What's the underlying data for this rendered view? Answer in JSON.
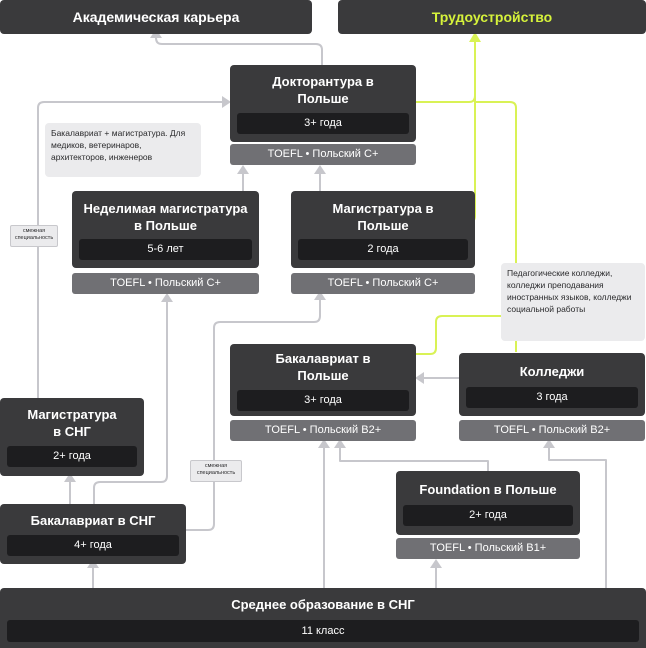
{
  "colors": {
    "box": "#3a3a3c",
    "inner": "#1d1d1f",
    "requirement": "#707074",
    "note": "#ebebed",
    "connector_gray": "#c7c7cc",
    "connector_green": "#d9f255",
    "accent_text": "#d6f23b"
  },
  "academic": {
    "title": "Академическая карьера"
  },
  "employment": {
    "title": "Трудоустройство"
  },
  "phd": {
    "title": "Докторантура в Польше",
    "duration": "3+ года",
    "requirement": "TOEFL • Польский С+"
  },
  "note_medicine": {
    "text": "Бакалавриат + магистратура. Для медиков, ветеринаров, архитекторов, инженеров"
  },
  "integrated_master": {
    "title": "Неделимая магистратура в Польше",
    "duration": "5-6 лет",
    "requirement": "TOEFL • Польский С+"
  },
  "master_pl": {
    "title": "Магистратура в Польше",
    "duration": "2 года",
    "requirement": "TOEFL • Польский С+"
  },
  "note_colleges": {
    "text": "Педагогические колледжи, колледжи преподавания иностранных языков, колледжи социальной работы"
  },
  "tag_related_1": {
    "text": "смежная специальность"
  },
  "tag_related_2": {
    "text": "смежная специальность"
  },
  "bachelor_pl": {
    "title": "Бакалавриат в Польше",
    "duration": "3+ года",
    "requirement": "TOEFL • Польский В2+"
  },
  "colleges": {
    "title": "Колледжи",
    "duration": "3 года",
    "requirement": "TOEFL • Польский В2+"
  },
  "master_cis": {
    "title": "Магистратура в СНГ",
    "duration": "2+ года"
  },
  "bachelor_cis": {
    "title": "Бакалавриат в СНГ",
    "duration": "4+ года"
  },
  "foundation": {
    "title": "Foundation в Польше",
    "duration": "2+ года",
    "requirement": "TOEFL • Польский В1+"
  },
  "secondary": {
    "title": "Среднее образование в СНГ",
    "duration": "11 класс"
  }
}
